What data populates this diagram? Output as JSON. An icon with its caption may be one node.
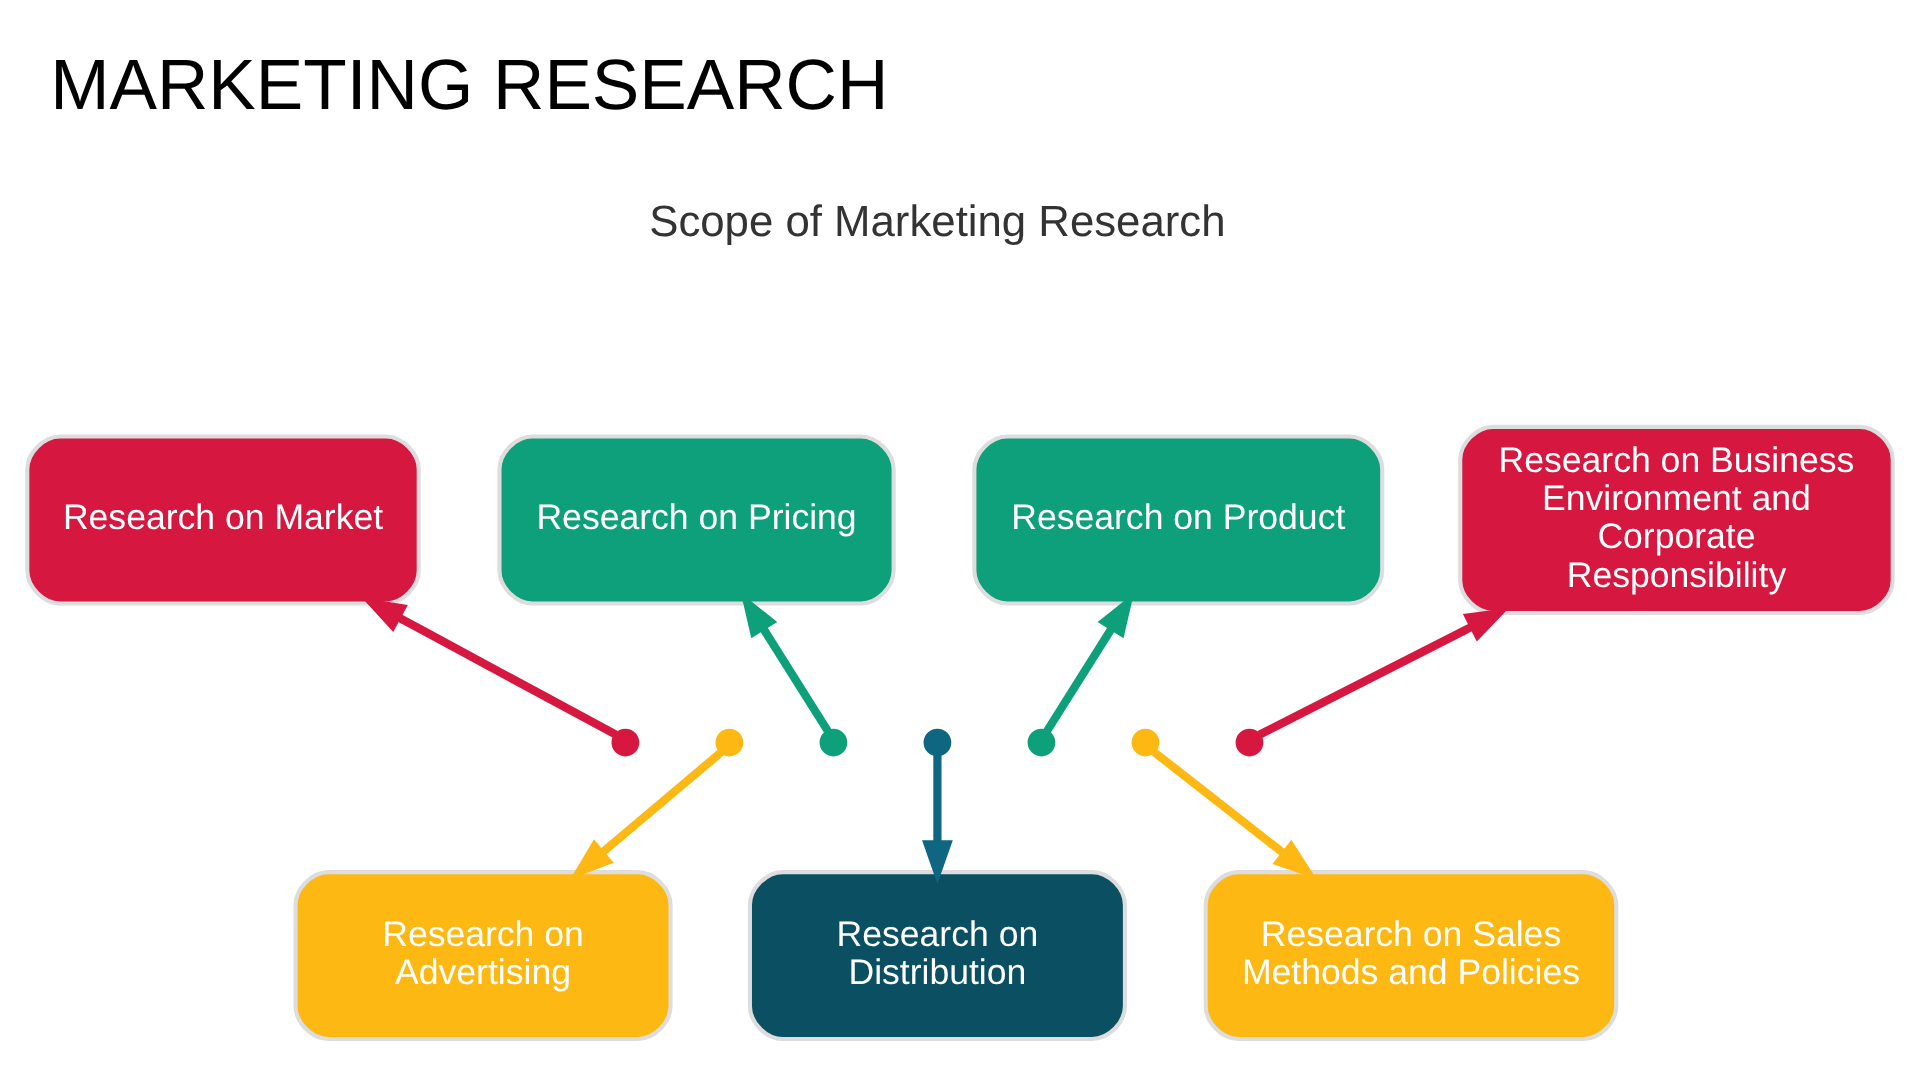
{
  "diagram": {
    "title": "MARKETING RESEARCH",
    "nodes": [
      {
        "text": [
          "Research on Market"
        ]
      },
      {
        "text": [
          "Research on Pricing"
        ]
      },
      {
        "text": [
          "Research on Product"
        ]
      },
      {
        "text": [
          "Research on Business Environment and Corporate Responsibility"
        ]
      },
      {
        "text": [
          "Research on Advertising"
        ]
      },
      {
        "text": [
          "Research on Distribution"
        ]
      },
      {
        "text": [
          "Research on Sales Methods and Policies"
        ]
      }
    ],
    "edges": [
      {
        "from": null,
        "to": 0,
        "arrow": "to",
        "color": "#d6173f"
      },
      {
        "from": null,
        "to": 4,
        "arrow": "to",
        "color": "#fdb813"
      },
      {
        "from": null,
        "to": 1,
        "arrow": "to",
        "color": "#0ea07a"
      },
      {
        "from": null,
        "to": 5,
        "arrow": "to",
        "color": "#0e6680"
      },
      {
        "from": null,
        "to": 2,
        "arrow": "to",
        "color": "#0ea07a"
      },
      {
        "from": null,
        "to": 6,
        "arrow": "to",
        "color": "#fdb813"
      },
      {
        "from": null,
        "to": 3,
        "arrow": "to",
        "color": "#d6173f"
      }
    ],
    "labels": [
      "Scope of Marketing Research"
    ]
  }
}
